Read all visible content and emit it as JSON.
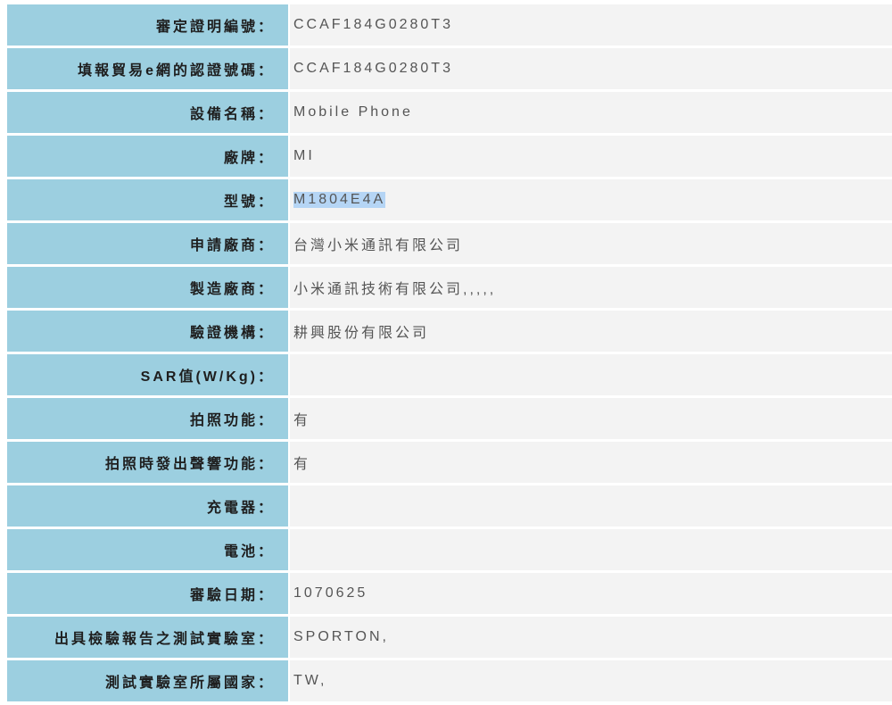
{
  "rows": [
    {
      "label": "審定證明編號：",
      "value": "CCAF184G0280T3"
    },
    {
      "label": "填報貿易e網的認證號碼：",
      "value": "CCAF184G0280T3"
    },
    {
      "label": "設備名稱：",
      "value": "Mobile Phone"
    },
    {
      "label": "廠牌：",
      "value": "MI"
    },
    {
      "label": "型號：",
      "value": "M1804E4A",
      "selected": true
    },
    {
      "label": "申請廠商：",
      "value": "台灣小米通訊有限公司"
    },
    {
      "label": "製造廠商：",
      "value": "小米通訊技術有限公司,,,,,"
    },
    {
      "label": "驗證機構：",
      "value": "耕興股份有限公司"
    },
    {
      "label": "SAR值(W/Kg)：",
      "value": ""
    },
    {
      "label": "拍照功能：",
      "value": "有"
    },
    {
      "label": "拍照時發出聲響功能：",
      "value": "有"
    },
    {
      "label": "充電器：",
      "value": ""
    },
    {
      "label": "電池：",
      "value": ""
    },
    {
      "label": "審驗日期：",
      "value": "1070625"
    },
    {
      "label": "出具檢驗報告之測試實驗室：",
      "value": "SPORTON,"
    },
    {
      "label": "測試實驗室所屬國家：",
      "value": "TW,"
    }
  ]
}
